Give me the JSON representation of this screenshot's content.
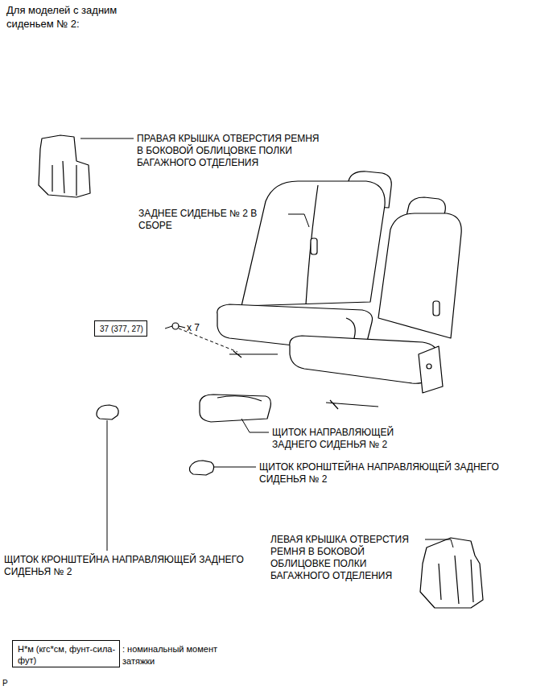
{
  "diagram": {
    "title": "Для моделей с задним сиденьем № 2:",
    "nodes": [
      {
        "text": [
          "37 (377, 27)"
        ]
      },
      {
        "text": [
          "Н*м (кгс*см, фунт-сила-фут)"
        ]
      }
    ],
    "labels": [
      "ПРАВАЯ КРЫШКА ОТВЕРСТИЯ РЕМНЯ В БОКОВОЙ ОБЛИЦОВКЕ ПОЛКИ БАГАЖНОГО ОТДЕЛЕНИЯ",
      "ЗАДНЕЕ СИДЕНЬЕ № 2 В СБОРЕ",
      "x 7",
      "ЩИТОК НАПРАВЛЯЮЩЕЙ ЗАДНЕГО СИДЕНЬЯ № 2",
      "ЩИТОК КРОНШТЕЙНА НАПРАВЛЯЮЩЕЙ ЗАДНЕГО СИДЕНЬЯ № 2",
      "ЩИТОК КРОНШТЕЙНА НАПРАВЛЯЮЩЕЙ ЗАДНЕГО СИДЕНЬЯ № 2",
      "ЛЕВАЯ КРЫШКА ОТВЕРСТИЯ РЕМНЯ В БОКОВОЙ ОБЛИЦОВКЕ ПОЛКИ БАГАЖНОГО ОТДЕЛЕНИЯ",
      ": номинальный момент затяжки",
      "P"
    ]
  }
}
